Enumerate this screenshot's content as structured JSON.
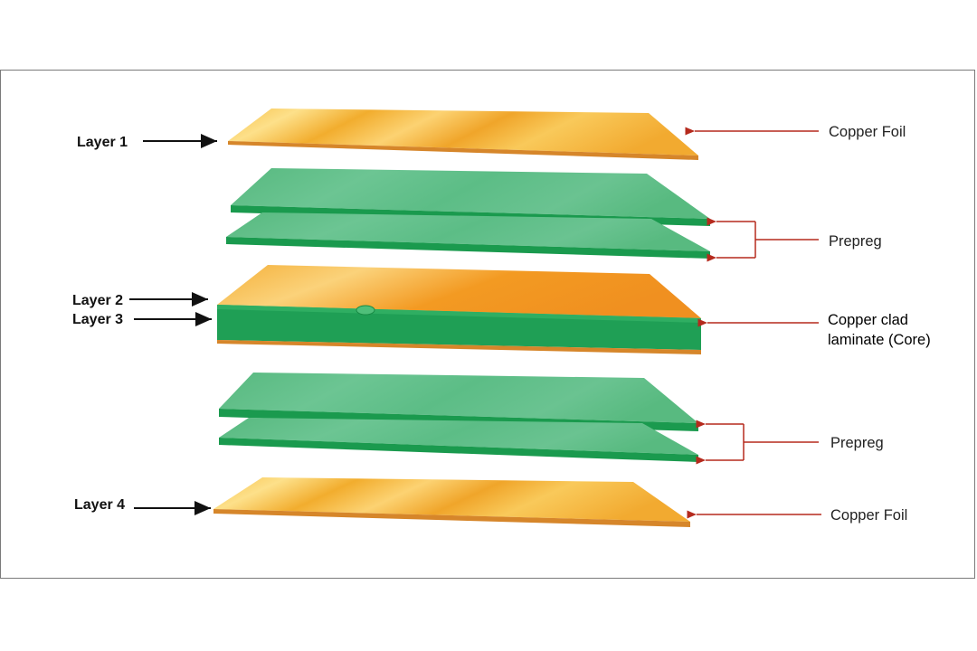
{
  "left_labels": {
    "layer1": "Layer 1",
    "layer2": "Layer 2",
    "layer3": "Layer 3",
    "layer4": "Layer 4"
  },
  "right_labels": {
    "copper_foil_top": "Copper Foil",
    "prepreg_top": "Prepreg",
    "core_line1": "Copper clad",
    "core_line2": "laminate (Core)",
    "prepreg_bottom": "Prepreg",
    "copper_foil_bottom": "Copper Foil"
  },
  "colors": {
    "copper": "#f3b02e",
    "copper_edge": "#d6862a",
    "prepreg": "#5fbf88",
    "prepreg_edge": "#1a9a4e",
    "core_side": "#1f9f55",
    "arrow_black": "#111111",
    "arrow_red": "#b52a1d",
    "frame": "#7a7a7a"
  }
}
